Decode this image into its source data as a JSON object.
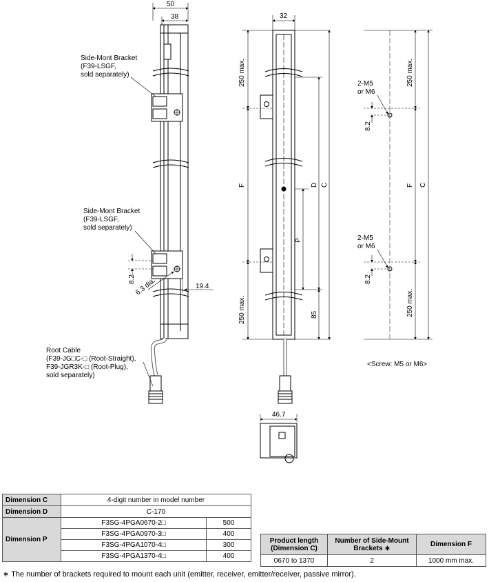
{
  "side_view": {
    "dim_50": "50",
    "dim_38": "38",
    "bracket_label_1": [
      "Side-Mont Bracket",
      "(F39-LSGF,",
      "sold separately)"
    ],
    "bracket_label_2": [
      "Side-Mont Bracket",
      "(F39-LSGF,",
      "sold separately)"
    ],
    "dim_8_2": "8.2",
    "dim_6_3": "6.3 dia.",
    "dim_19_4": "19.4",
    "cable_label": [
      "Root Cable",
      "(F39-JG□C-□ (Root-Straight),",
      "F39-JGR3K-□ (Root-Plug),",
      "sold separately)"
    ]
  },
  "front_view": {
    "dim_32": "32",
    "dim_250_top": "250 max.",
    "dim_F": "F",
    "dim_D": "D",
    "dim_C": "C",
    "dim_P": "P",
    "dim_250_bottom": "250 max.",
    "dim_85": "85",
    "dim_46_7": "46.7"
  },
  "screw_view": {
    "screw_label_1": [
      "2-M5",
      "or M6"
    ],
    "dim_8_2_top": "8.2",
    "dim_250_top": "250 max.",
    "dim_F": "F",
    "dim_C": "C",
    "screw_label_2": [
      "2-M5",
      "or M6"
    ],
    "dim_8_2_bottom": "8.2",
    "dim_250_bottom": "250 max.",
    "caption": "<Screw: M5 or M6>"
  },
  "table1": {
    "rows": {
      "c_label": "Dimension C",
      "c_value": "4-digit number in model number",
      "d_label": "Dimension D",
      "d_value": "C-170",
      "p_label": "Dimension P",
      "p_rows": [
        {
          "model": "F3SG-4PGA0670-2□",
          "value": "500"
        },
        {
          "model": "F3SG-4PGA0970-3□",
          "value": "400"
        },
        {
          "model": "F3SG-4PGA1070-4□",
          "value": "300"
        },
        {
          "model": "F3SG-4PGA1370-4□",
          "value": "400"
        }
      ]
    }
  },
  "table2": {
    "h1": [
      "Product length",
      "(Dimension C)"
    ],
    "h2": [
      "Number of Side-Mount",
      "Brackets ∗"
    ],
    "h3": "Dimension F",
    "row": {
      "length": "0670 to 1370",
      "count": "2",
      "f": "1000 mm max."
    }
  },
  "footnote": "∗ The number of brackets required to mount each unit (emitter, receiver, emitter/receiver, passive mirror)."
}
